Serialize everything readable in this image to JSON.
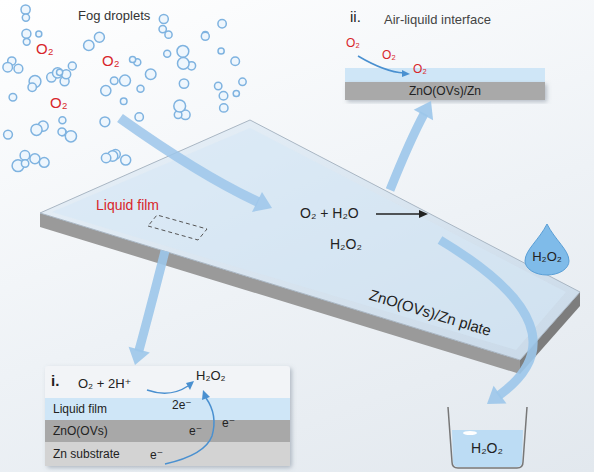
{
  "diagram": {
    "nodes": [
      {
        "text": [
          "i."
        ]
      },
      {
        "text": [
          "Liquid film"
        ],
        "in": 0
      },
      {
        "text": [
          "ZnO(OVs)"
        ],
        "in": 0
      },
      {
        "text": [
          "Zn substrate"
        ],
        "in": 0
      },
      {
        "text": [
          "ZnO(OVs)/Zn"
        ]
      },
      {
        "text": [
          "ZnO(OVs)/Zn plate"
        ]
      },
      {
        "text": [
          "H₂O₂"
        ]
      },
      {
        "text": [
          "H₂O₂"
        ]
      }
    ],
    "edges": [
      {
        "from": 5,
        "to": 0,
        "arrow": "to"
      },
      {
        "from": 5,
        "to": 4,
        "arrow": "to"
      },
      {
        "from": 5,
        "to": 7,
        "arrow": "to"
      }
    ],
    "labels": [
      "Fog droplets",
      "O₂",
      "O₂",
      "O₂",
      "Liquid film",
      "O₂ + H₂O",
      "H₂O₂",
      "ii.",
      "Air-liquild interface",
      "O₂",
      "O₂",
      "O₂",
      "O₂ + 2H⁺",
      "H₂O₂",
      "2e⁻",
      "e⁻",
      "e⁻",
      "e⁻"
    ]
  }
}
